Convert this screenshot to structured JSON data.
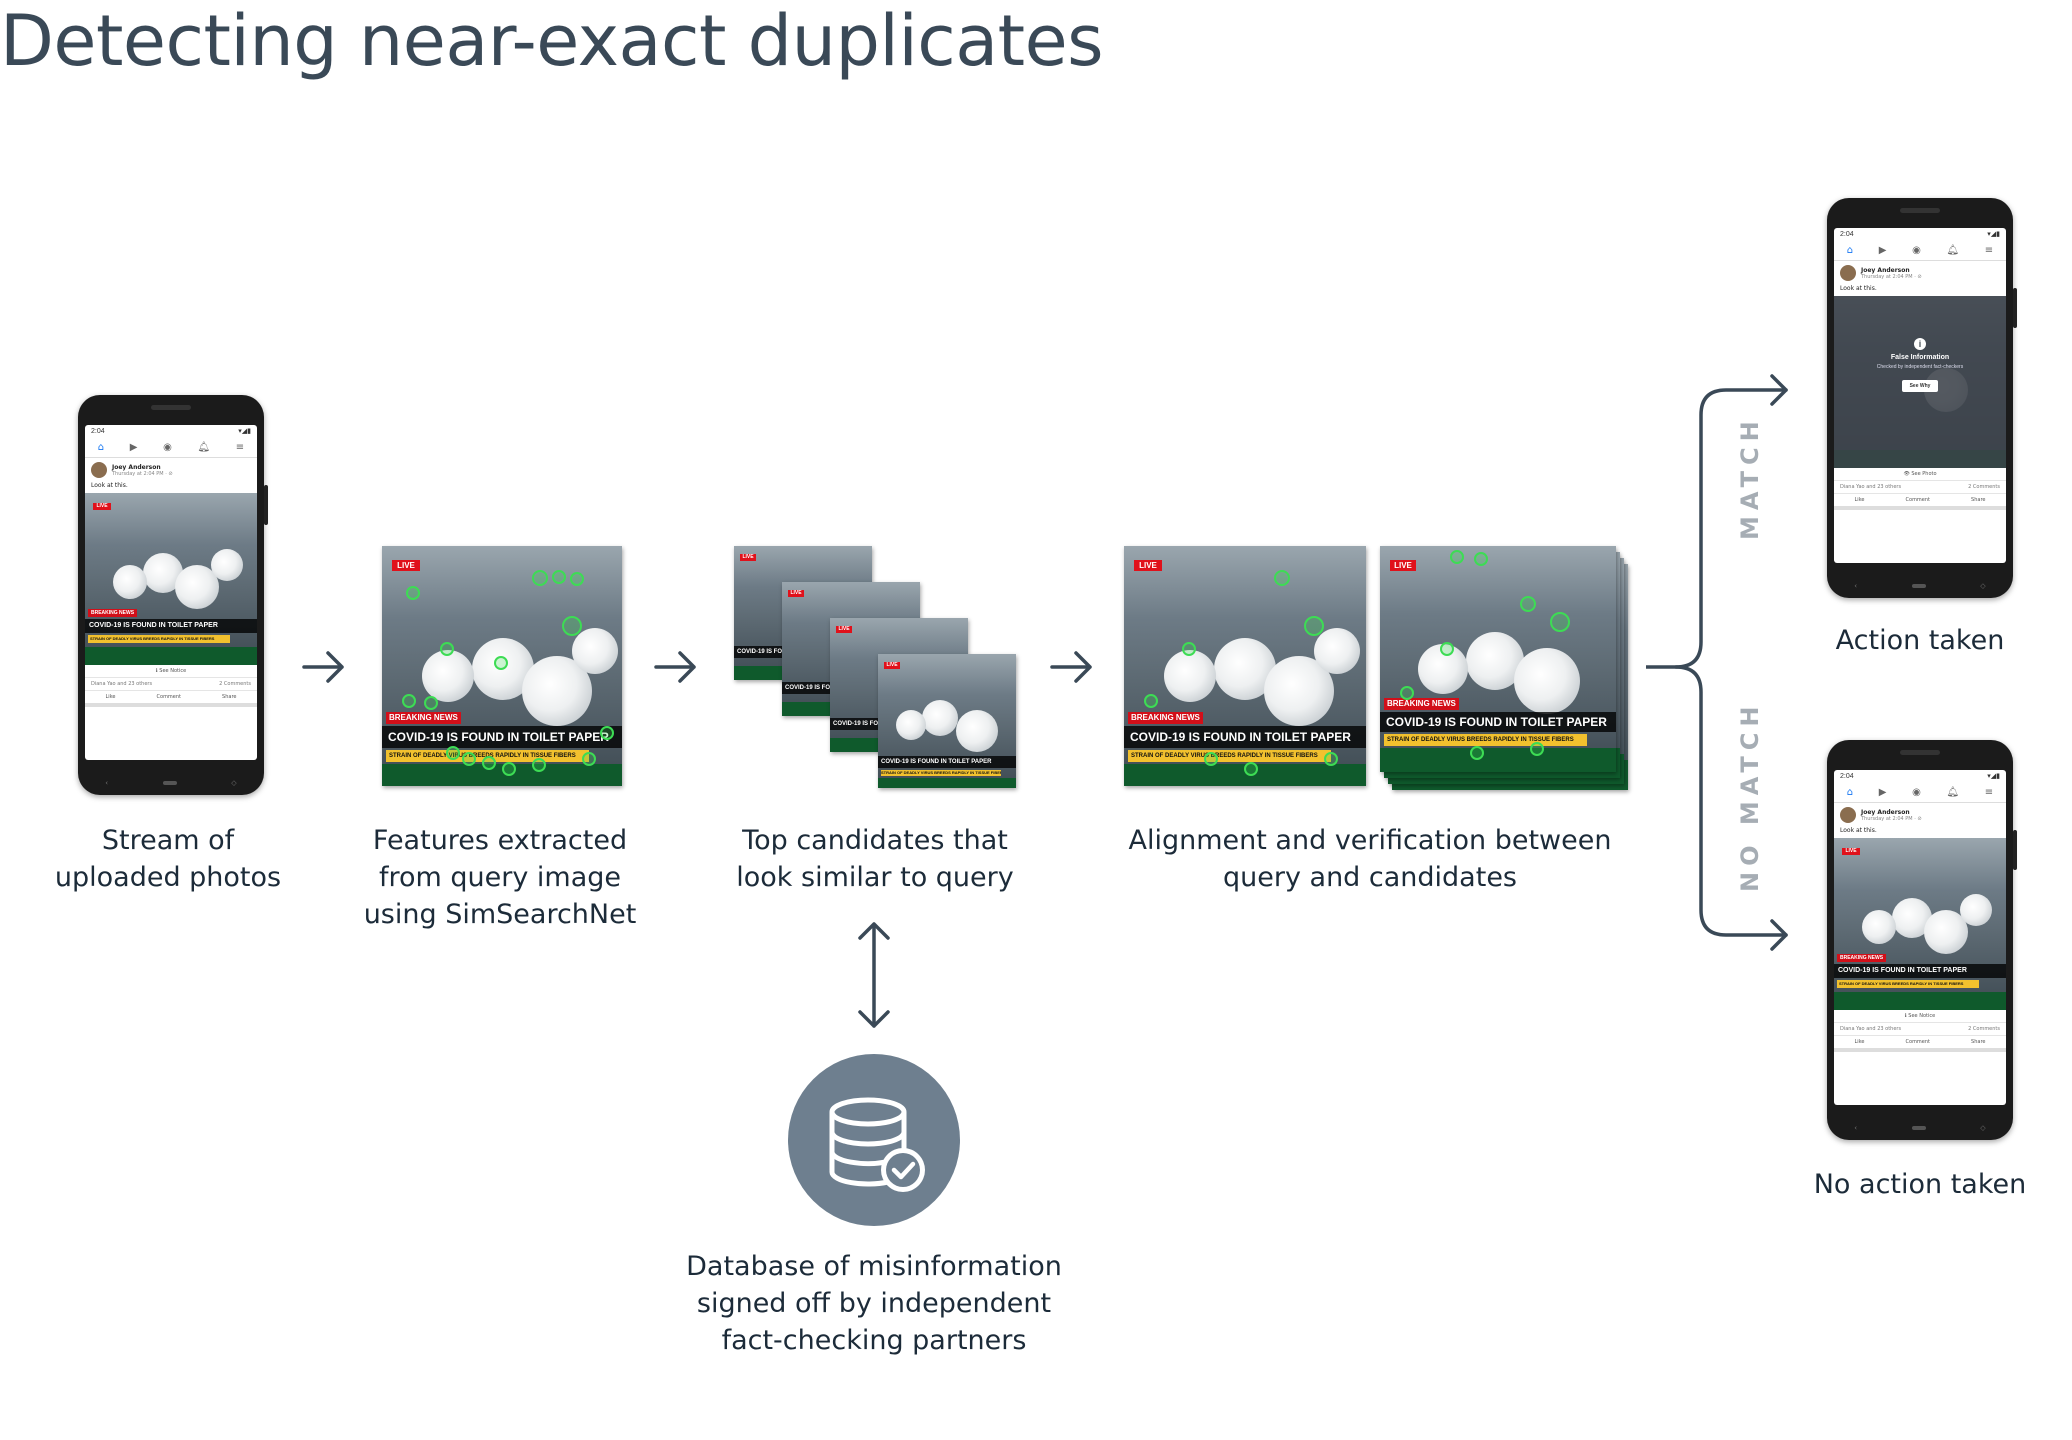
{
  "title": "Detecting near-exact duplicates",
  "steps": {
    "stream": [
      "Stream of",
      "uploaded photos"
    ],
    "features": [
      "Features extracted",
      "from query image",
      "using SimSearchNet"
    ],
    "candidates": [
      "Top candidates that",
      "look similar to query"
    ],
    "alignment": [
      "Alignment and verification between",
      "query and candidates"
    ],
    "database": [
      "Database of misinformation",
      "signed off by independent",
      "fact-checking partners"
    ]
  },
  "branches": {
    "match_label": "MATCH",
    "nomatch_label": "NO MATCH",
    "action_taken": "Action taken",
    "no_action_taken": "No action taken"
  },
  "post": {
    "time": "2:04",
    "author": "Joey Anderson",
    "date": "Thursday at 2:04 PM · ⊘",
    "text": "Look at this.",
    "see_notice": "ℹ See Notice",
    "reactions": "Diana Yao and 23 others",
    "comments": "2 Comments",
    "like": "Like",
    "comment": "Comment",
    "share": "Share",
    "see_photo": "👁 See Photo",
    "false_info_title": "False Information",
    "false_info_sub": "Checked by independent fact-checkers",
    "see_why": "See Why"
  },
  "news_image": {
    "live": "LIVE",
    "breaking": "BREAKING NEWS",
    "headline": "COVID-19 IS FOUND IN TOILET PAPER",
    "subline": "STRAIN OF DEADLY VIRUS BREEDS RAPIDLY IN TISSUE FIBERS"
  },
  "icons": [
    "right-arrow-icon",
    "double-arrow-icon",
    "database-check-icon",
    "branch-arrow-icon"
  ],
  "colors": {
    "text": "#1c2b39",
    "arrow": "#3a4957",
    "db_circle": "#6e7f8f",
    "vertical_label": "#a6adb4",
    "feature_dot": "#3ddc54",
    "live_red": "#e0111b",
    "headline_yellow": "#f2c12e"
  }
}
